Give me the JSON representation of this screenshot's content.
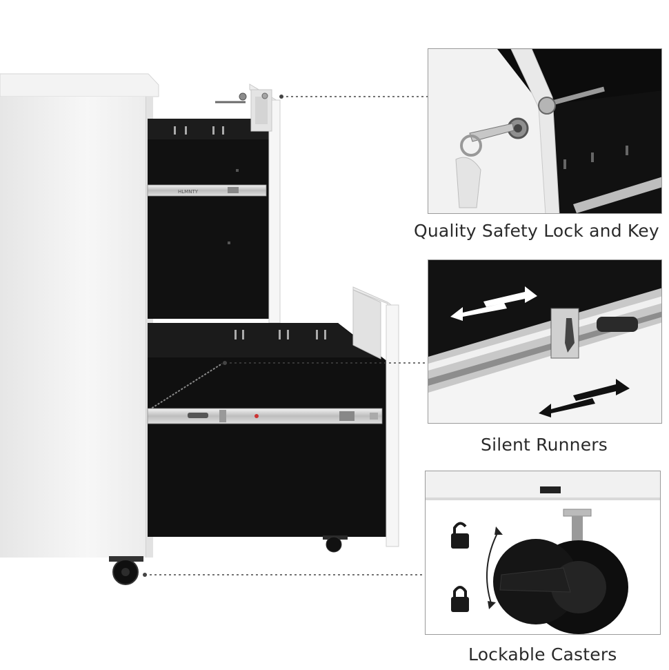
{
  "features": [
    {
      "caption": "Quality Safety Lock and Key"
    },
    {
      "caption": "Silent Runners"
    },
    {
      "caption": "Lockable Casters"
    }
  ],
  "cabinet": {
    "slide_brand": "HLMNTY"
  },
  "colors": {
    "cabinet_white": "#f4f4f4",
    "drawer_black": "#111111",
    "steel": "#c9c9c9",
    "leader_line": "#444444"
  }
}
